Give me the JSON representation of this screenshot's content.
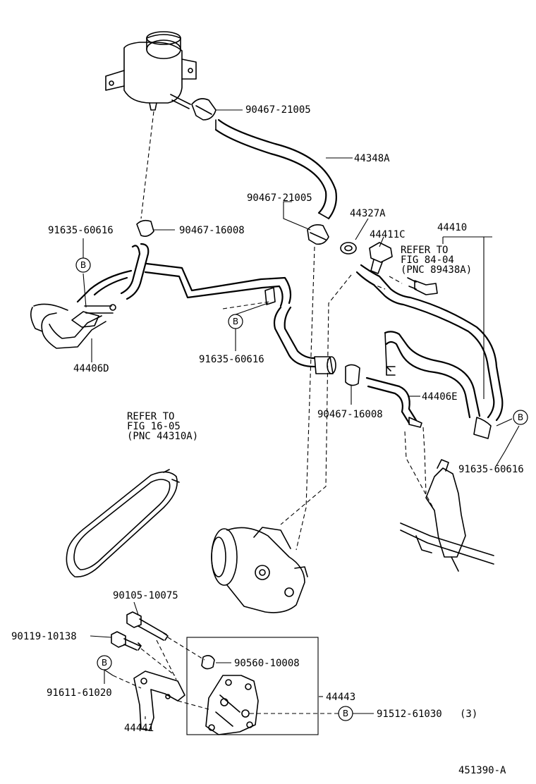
{
  "diagram_id": "451390-A",
  "callouts": {
    "clamp_upper": "90467-21005",
    "hose_reservoir": "44348A",
    "clamp_middle": "90467-21005",
    "union_gasket": "44327A",
    "union_bolt": "44411C",
    "pressure_tube_assy": "44410",
    "refer_ps_sensor_line1": "REFER TO",
    "refer_ps_sensor_line2": "FIG 84-04",
    "refer_ps_sensor_line3": "(PNC 89438A)",
    "bolt_left_upper": "91635-60616",
    "clamp_return_hose": "90467-16008",
    "return_tube_d": "44406D",
    "bolt_center": "91635-60616",
    "clamp_lower": "90467-16008",
    "return_tube_e": "44406E",
    "bolt_right": "91635-60616",
    "refer_belt_line1": "REFER TO",
    "refer_belt_line2": "FIG 16-05",
    "refer_belt_line3": "(PNC 44310A)",
    "bolt_long": "90105-10075",
    "bolt_short": "90119-10138",
    "spacer": "90560-10008",
    "bracket_assy": "44443",
    "bolt_bracket": "91611-61020",
    "bracket": "44441",
    "bolt_three": "91512-61030",
    "bolt_three_qty": "(3)"
  },
  "marker_letter": "B"
}
